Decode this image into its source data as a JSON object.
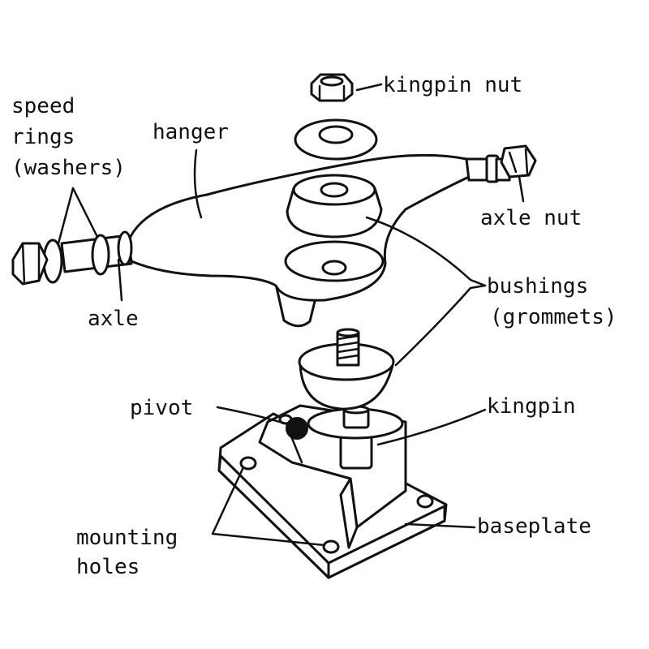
{
  "labels": {
    "kingpin_nut": "kingpin nut",
    "speed_rings_1": "speed",
    "speed_rings_2": "rings",
    "speed_rings_3": "(washers)",
    "hanger": "hanger",
    "axle_nut": "axle nut",
    "bushings_1": "bushings",
    "bushings_2": "(grommets)",
    "axle": "axle",
    "pivot": "pivot",
    "kingpin": "kingpin",
    "mounting_holes_1": "mounting",
    "mounting_holes_2": "holes",
    "baseplate": "baseplate"
  },
  "colors": {
    "ink": "#111111",
    "paper": "#ffffff"
  }
}
